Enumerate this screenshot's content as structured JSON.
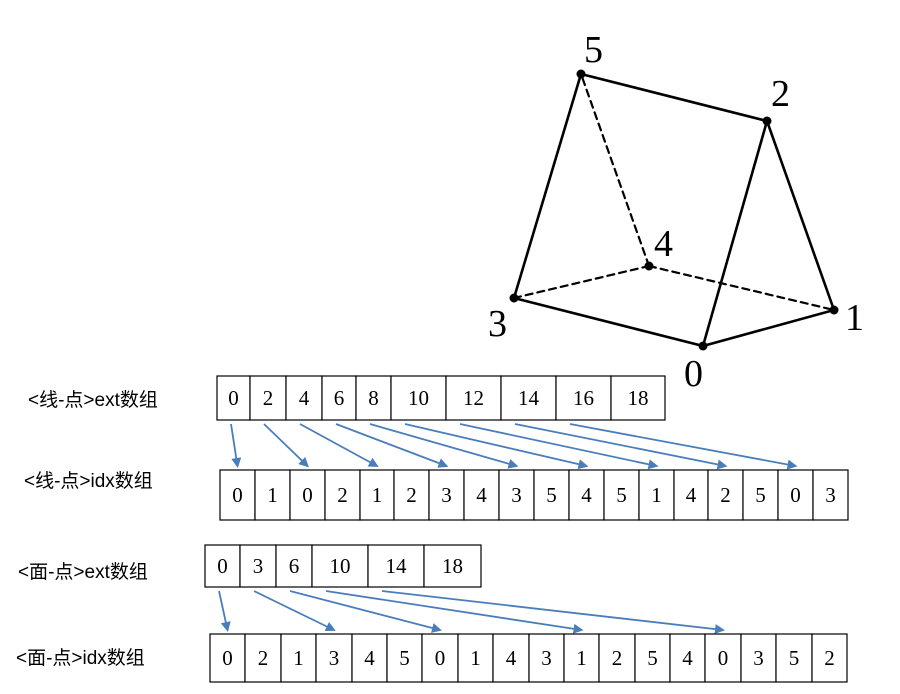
{
  "diagram": {
    "vertices": [
      {
        "id": "0",
        "label": "0"
      },
      {
        "id": "1",
        "label": "1"
      },
      {
        "id": "2",
        "label": "2"
      },
      {
        "id": "3",
        "label": "3"
      },
      {
        "id": "4",
        "label": "4"
      },
      {
        "id": "5",
        "label": "5"
      }
    ],
    "edges": [
      {
        "from": "0",
        "to": "1",
        "style": "solid"
      },
      {
        "from": "1",
        "to": "2",
        "style": "solid"
      },
      {
        "from": "0",
        "to": "2",
        "style": "solid"
      },
      {
        "from": "3",
        "to": "0",
        "style": "solid"
      },
      {
        "from": "3",
        "to": "5",
        "style": "solid"
      },
      {
        "from": "5",
        "to": "2",
        "style": "solid"
      },
      {
        "from": "3",
        "to": "4",
        "style": "dashed"
      },
      {
        "from": "4",
        "to": "1",
        "style": "dashed"
      },
      {
        "from": "4",
        "to": "5",
        "style": "dashed"
      }
    ]
  },
  "arrays": {
    "edge_ext": {
      "label": "<线-点>ext数组",
      "values": [
        "0",
        "2",
        "4",
        "6",
        "8",
        "10",
        "12",
        "14",
        "16",
        "18"
      ]
    },
    "edge_idx": {
      "label": "<线-点>idx数组",
      "values": [
        "0",
        "1",
        "0",
        "2",
        "1",
        "2",
        "3",
        "4",
        "3",
        "5",
        "4",
        "5",
        "1",
        "4",
        "2",
        "5",
        "0",
        "3"
      ]
    },
    "face_ext": {
      "label": "<面-点>ext数组",
      "values": [
        "0",
        "3",
        "6",
        "10",
        "14",
        "18"
      ]
    },
    "face_idx": {
      "label": "<面-点>idx数组",
      "values": [
        "0",
        "2",
        "1",
        "3",
        "4",
        "5",
        "0",
        "1",
        "4",
        "3",
        "1",
        "2",
        "5",
        "4",
        "0",
        "3",
        "5",
        "2"
      ]
    }
  },
  "colors": {
    "arrow": "#4a7ebb",
    "line": "#000000"
  }
}
